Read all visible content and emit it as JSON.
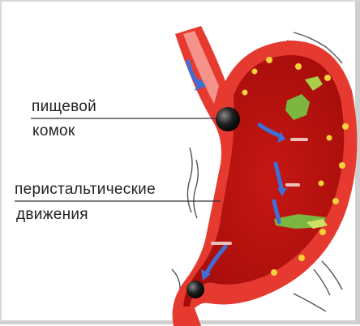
{
  "labels": {
    "food_bolus_line1": "пищевой",
    "food_bolus_line2": "комок",
    "peristalsis_line1": "перистальтические",
    "peristalsis_line2": "движения"
  },
  "colors": {
    "stomach_wall": "#e8322b",
    "stomach_inner": "#b5100e",
    "rim": "#f7a39a",
    "arrow": "#3f6fd6",
    "bolus": "#1a1a1a",
    "yellow_glands": "#f5d23a",
    "green_food": "#7ab640"
  }
}
